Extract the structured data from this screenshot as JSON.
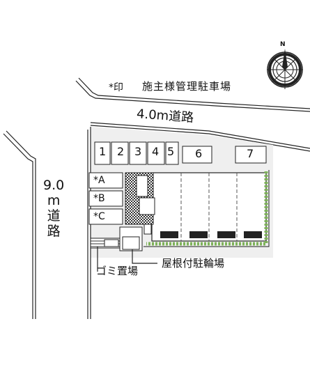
{
  "legend_note": {
    "mark": "*印",
    "text": "施主様管理駐車場"
  },
  "roads": {
    "top": "4.0m道路",
    "left_lines": [
      "9.0",
      "m",
      "道",
      "路"
    ]
  },
  "parking_top": [
    "1",
    "2",
    "3",
    "4",
    "5",
    "6",
    "7"
  ],
  "parking_side": [
    "*A",
    "*B",
    "*C"
  ],
  "callouts": {
    "garbage": "ゴミ置場",
    "bike": "屋根付駐輪場"
  },
  "compass": {
    "north_label": "N"
  },
  "colors": {
    "line": "#222222",
    "lot_fill": "#efefef",
    "hedge": "#7fb35a",
    "hatch": "#333333"
  }
}
